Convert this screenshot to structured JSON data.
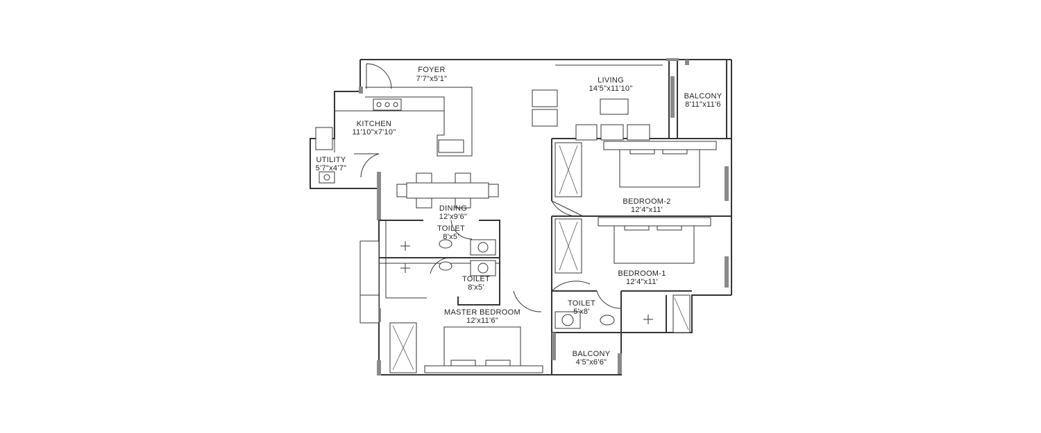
{
  "rooms": {
    "foyer": {
      "name": "FOYER",
      "size": "7'7\"x5'1\""
    },
    "living": {
      "name": "LIVING",
      "size": "14'5\"x11'10\""
    },
    "balcony_1": {
      "name": "BALCONY",
      "size": "8'11\"x11'6"
    },
    "kitchen": {
      "name": "KITCHEN",
      "size": "11'10\"x7'10\""
    },
    "utility": {
      "name": "UTILITY",
      "size": "5'7\"x4'7\""
    },
    "dining": {
      "name": "DINING",
      "size": "12'x9'6\""
    },
    "bedroom_2": {
      "name": "BEDROOM-2",
      "size": "12'4\"x11'"
    },
    "toilet_1": {
      "name": "TOILET",
      "size": "8'x5'"
    },
    "toilet_2": {
      "name": "TOILET",
      "size": "8'x5'"
    },
    "bedroom_1": {
      "name": "BEDROOM-1",
      "size": "12'4\"x11'"
    },
    "toilet_3": {
      "name": "TOILET",
      "size": "5'x8'"
    },
    "master_bedroom": {
      "name": "MASTER BEDROOM",
      "size": "12'x11'6\""
    },
    "balcony_2": {
      "name": "BALCONY",
      "size": "4'5\"x6'6\""
    }
  },
  "icons": [
    "bed-icon",
    "sofa-icon",
    "dining-table-icon",
    "stove-icon",
    "sink-icon",
    "wc-icon",
    "shower-icon",
    "wardrobe-icon",
    "door-swing-icon"
  ]
}
